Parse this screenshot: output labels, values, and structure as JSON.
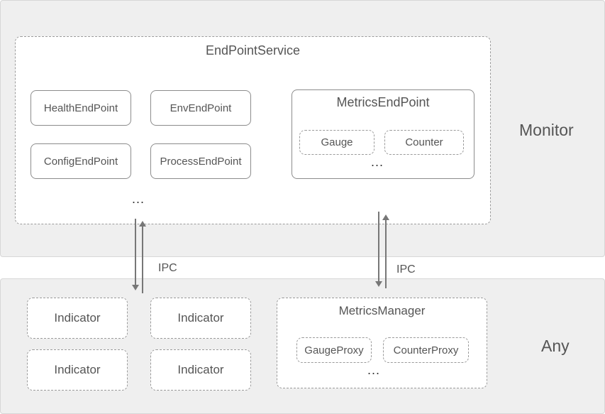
{
  "layers": {
    "monitor_label": "Monitor",
    "any_label": "Any"
  },
  "endpoint_service": {
    "title": "EndPointService",
    "endpoints": [
      "HealthEndPoint",
      "EnvEndPoint",
      "ConfigEndPoint",
      "ProcessEndPoint"
    ],
    "more": "...",
    "metrics_endpoint": {
      "title": "MetricsEndPoint",
      "items": [
        "Gauge",
        "Counter"
      ],
      "more": "..."
    }
  },
  "any_process": {
    "indicators": [
      "Indicator",
      "Indicator",
      "Indicator",
      "Indicator"
    ],
    "metrics_manager": {
      "title": "MetricsManager",
      "items": [
        "GaugeProxy",
        "CounterProxy"
      ],
      "more": "..."
    }
  },
  "connections": {
    "left_label": "IPC",
    "right_label": "IPC"
  },
  "colors": {
    "band_bg": "#efefef",
    "border": "#9a9a9a",
    "text": "#555555",
    "arrow": "#777777"
  }
}
